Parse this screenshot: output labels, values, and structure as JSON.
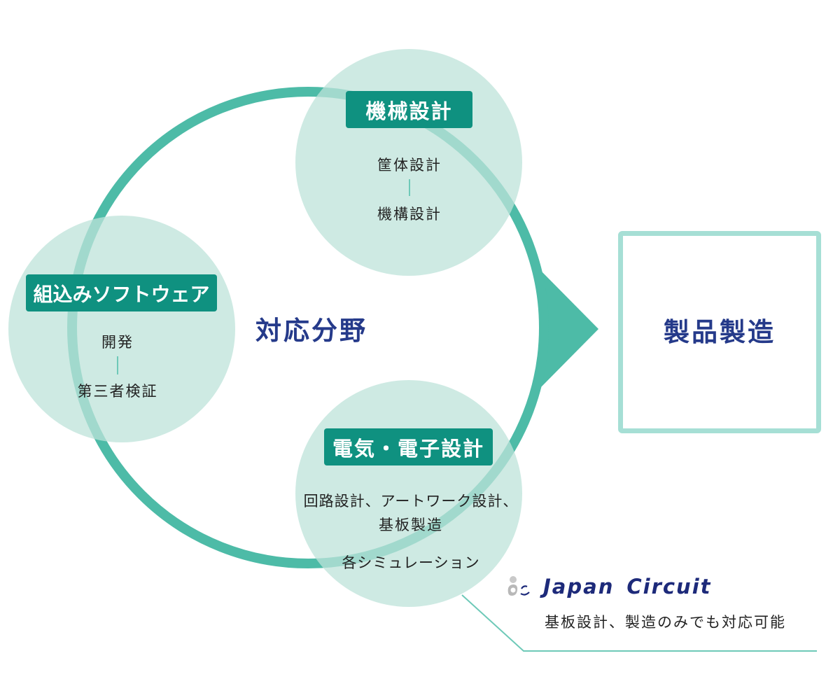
{
  "colors": {
    "circle_fill": "#cde9e3",
    "ring": "#4dbba7",
    "heading_bg": "#0f9180",
    "heading_text": "#ffffff",
    "center_text": "#253a8a",
    "output_border": "#a6dfd5",
    "brand_text": "#1d2a7a",
    "leader_line": "#6ec9b8"
  },
  "center_label": "対応分野",
  "areas": {
    "mechanical": {
      "title": "機械設計",
      "items": [
        "筐体設計",
        "機構設計"
      ]
    },
    "embedded": {
      "title": "組込みソフトウェア",
      "items": [
        "開発",
        "第三者検証"
      ]
    },
    "electrical": {
      "title": "電気・電子設計",
      "items": [
        "回路設計、アートワーク設計、",
        "基板製造",
        "各シミュレーション"
      ]
    }
  },
  "output": {
    "label": "製品製造"
  },
  "partner": {
    "logo_icon": "japan-circuit-logo-icon",
    "name_word_1": "Japan",
    "name_word_2": "Circuit",
    "note": "基板設計、製造のみでも対応可能"
  }
}
